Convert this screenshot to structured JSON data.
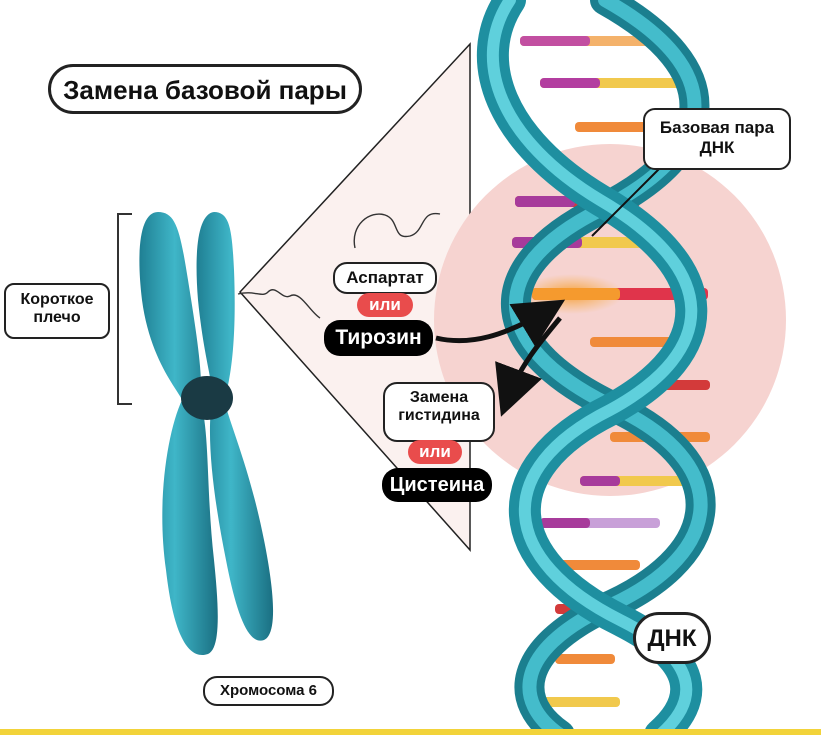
{
  "title": "Замена базовой пары",
  "labels": {
    "short_arm": "Короткое плечо",
    "base_pair": "Базовая пара ДНК",
    "aspartate": "Аспартат",
    "or_1": "или",
    "tyrosine": "Тирозин",
    "histidine_sub": "Замена гистидина",
    "or_2": "или",
    "cysteine": "Цистеина",
    "chromosome": "Хромосома 6",
    "dna": "ДНК"
  },
  "colors": {
    "helix": "#2fa8b8",
    "helix_dark": "#1b7f8f",
    "chromosome": "#2f9bb0",
    "centromere": "#1a3a44",
    "highlight_circle": "#f6d3d0",
    "or_pill": "#e94c4c",
    "mutation_glow": "#f7a23a",
    "bottom_line": "#f2d33a"
  }
}
